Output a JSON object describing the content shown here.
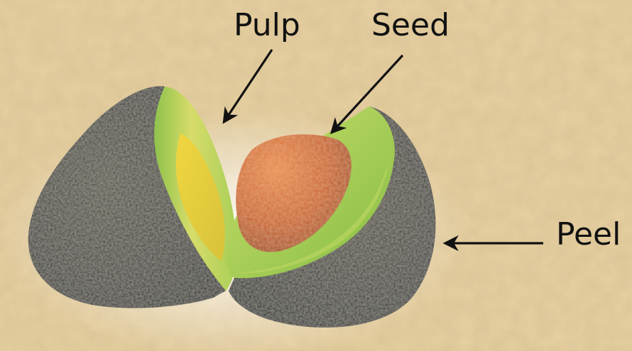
{
  "labels": {
    "pulp": "Pulp",
    "seed": "Seed",
    "peel": "Peel"
  },
  "colors": {
    "background": "#e6cfa0",
    "peel_skin": "#3a372b",
    "pulp_green": "#9cc95a",
    "pulp_yellow": "#e2d44a",
    "seed_brown": "#c8652e",
    "arrow": "#111111",
    "text": "#111111"
  }
}
